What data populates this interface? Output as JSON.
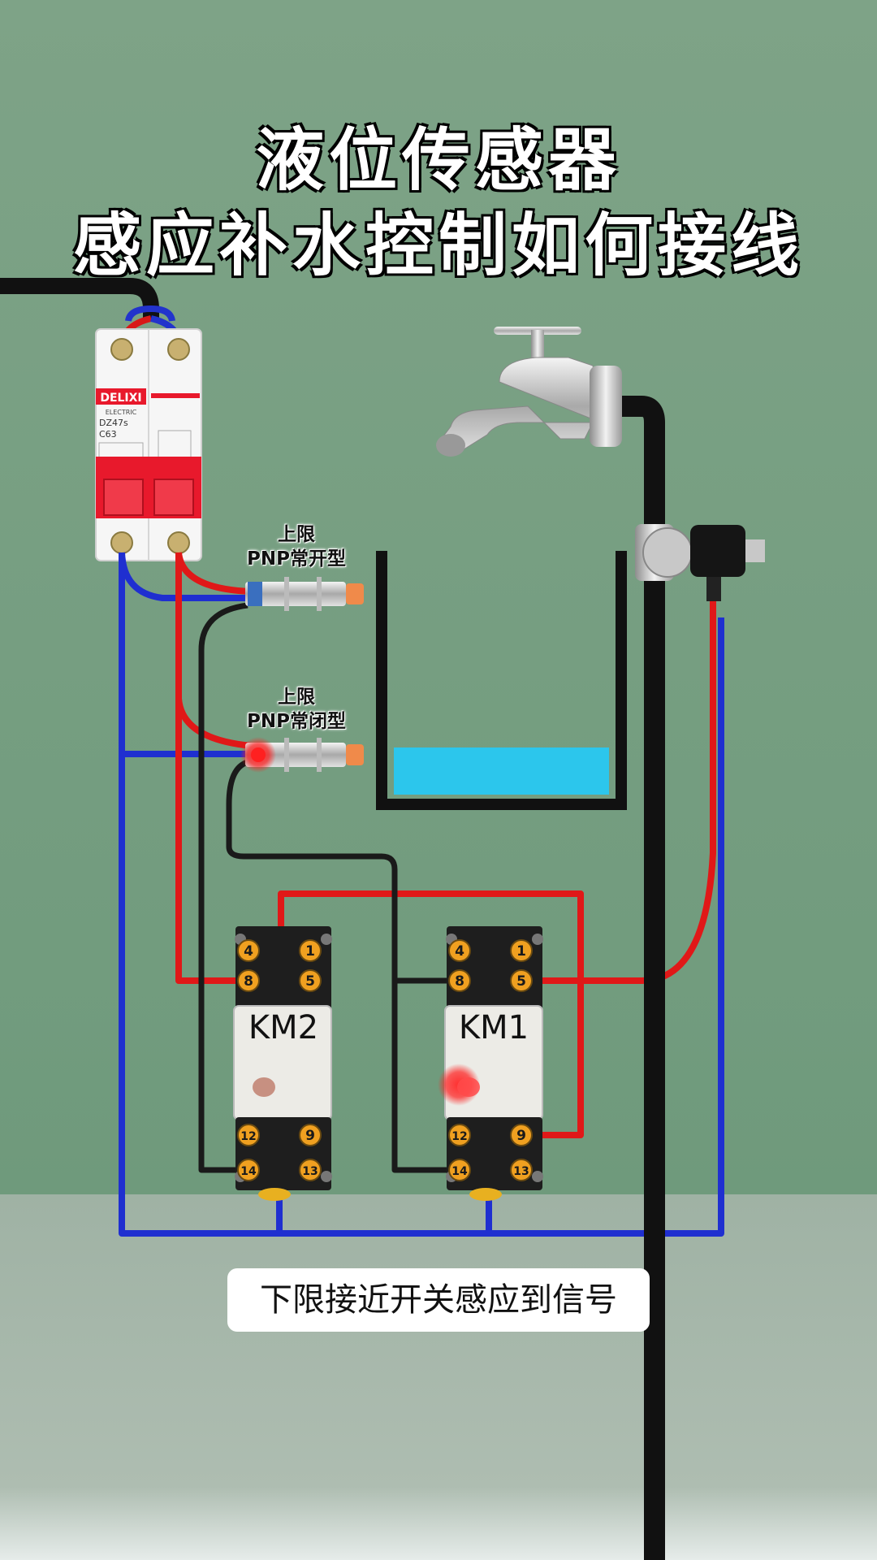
{
  "title": {
    "line1": "液位传感器",
    "line2": "感应补水控制如何接线"
  },
  "breaker": {
    "brand": "DELIXI",
    "brand_sub": "ELECTRIC",
    "model": "DZ47s",
    "rating": "C63"
  },
  "sensors": {
    "upper": {
      "line1": "上限",
      "line2": "PNP常开型"
    },
    "lower": {
      "line1": "上限",
      "line2": "PNP常闭型"
    }
  },
  "relays": {
    "km2": {
      "label": "KM2",
      "terminals_top": [
        "4",
        "1"
      ],
      "terminals_mid": [
        "8",
        "5"
      ],
      "terminals_bottom_upper": [
        "12",
        "9"
      ],
      "terminals_bottom_lower": [
        "14",
        "13"
      ]
    },
    "km1": {
      "label": "KM1",
      "terminals_top": [
        "4",
        "1"
      ],
      "terminals_mid": [
        "8",
        "5"
      ],
      "terminals_bottom_upper": [
        "12",
        "9"
      ],
      "terminals_bottom_lower": [
        "14",
        "13"
      ]
    }
  },
  "caption": "下限接近开关感应到信号",
  "colors": {
    "wall": "#7fa088",
    "floor": "#a7b8ab",
    "live_wire": "#e01818",
    "neutral_wire": "#1f2fd0",
    "signal_wire": "#1a1a1a",
    "water": "#2cc6ec",
    "breaker_red": "#e8192c",
    "terminal_orange": "#f0a020",
    "sensor_tip": "#f08a4a"
  },
  "icons": [
    "breaker-icon",
    "faucet-icon",
    "solenoid-valve-icon",
    "proximity-sensor-icon",
    "relay-icon",
    "water-tank-icon"
  ]
}
